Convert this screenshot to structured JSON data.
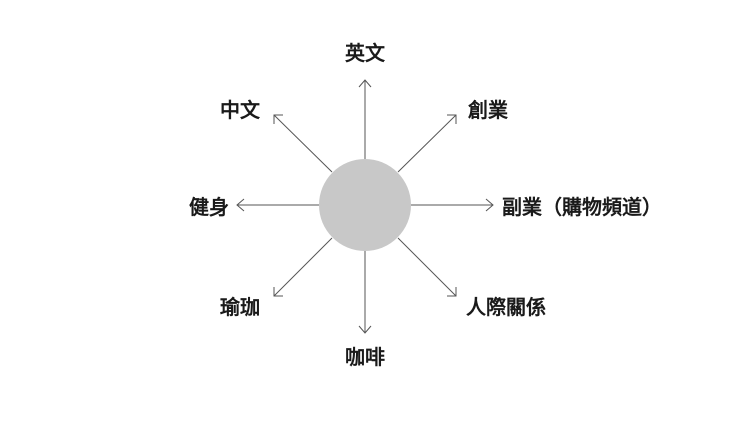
{
  "diagram": {
    "center_color": "#c8c8c8",
    "branches": [
      {
        "direction": "up",
        "label": "英文"
      },
      {
        "direction": "up-right",
        "label": "創業"
      },
      {
        "direction": "right",
        "label": "副業（購物頻道）"
      },
      {
        "direction": "down-right",
        "label": "人際關係"
      },
      {
        "direction": "down",
        "label": "咖啡"
      },
      {
        "direction": "down-left",
        "label": "瑜珈"
      },
      {
        "direction": "left",
        "label": "健身"
      },
      {
        "direction": "up-left",
        "label": "中文"
      }
    ]
  }
}
